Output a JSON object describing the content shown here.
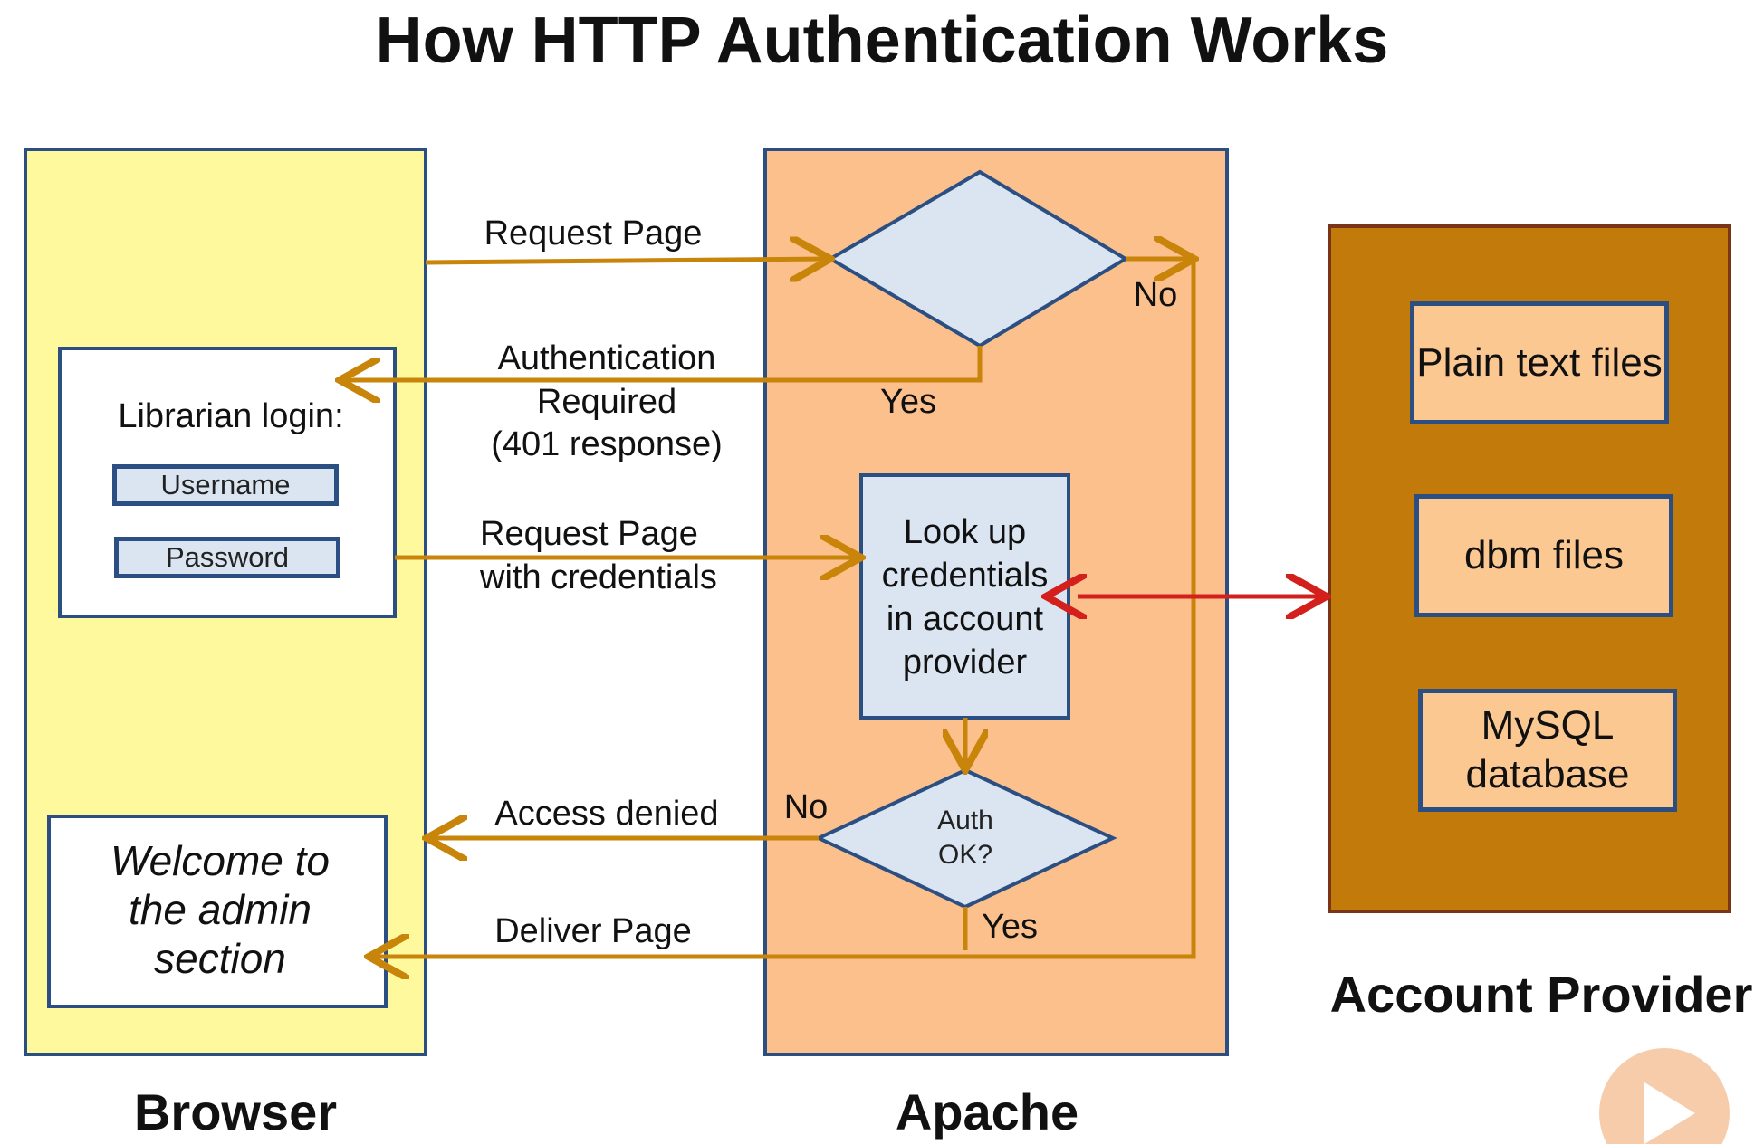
{
  "title": "How HTTP Authentication Works",
  "lanes": {
    "browser": "Browser",
    "apache": "Apache",
    "provider": "Account Provider"
  },
  "browser": {
    "login_heading": "Librarian login:",
    "username_field": "Username",
    "password_field": "Password",
    "welcome_text": "Welcome to the admin section"
  },
  "apache": {
    "lookup_box": "Look up credentials in account provider",
    "auth_ok": "Auth OK?"
  },
  "provider": {
    "stores": [
      "Plain text files",
      "dbm files",
      "MySQL database"
    ]
  },
  "flows": {
    "request_page": "Request Page",
    "auth_required": [
      "Authentication",
      "Required",
      "(401 response)"
    ],
    "request_with_credentials": [
      "Request Page",
      "with credentials"
    ],
    "access_denied": "Access denied",
    "deliver_page": "Deliver Page"
  },
  "decisions": {
    "top_no": "No",
    "top_yes": "Yes",
    "auth_no": "No",
    "auth_yes": "Yes"
  },
  "colors": {
    "browser_lane": "#fff99e",
    "apache_lane": "#fbc08c",
    "provider_lane": "#c27b0b",
    "lane_border": "#2b4f82",
    "node_fill": "#dbe5f1",
    "flow_arrow": "#c8850a",
    "lookup_arrow": "#d4201c"
  }
}
